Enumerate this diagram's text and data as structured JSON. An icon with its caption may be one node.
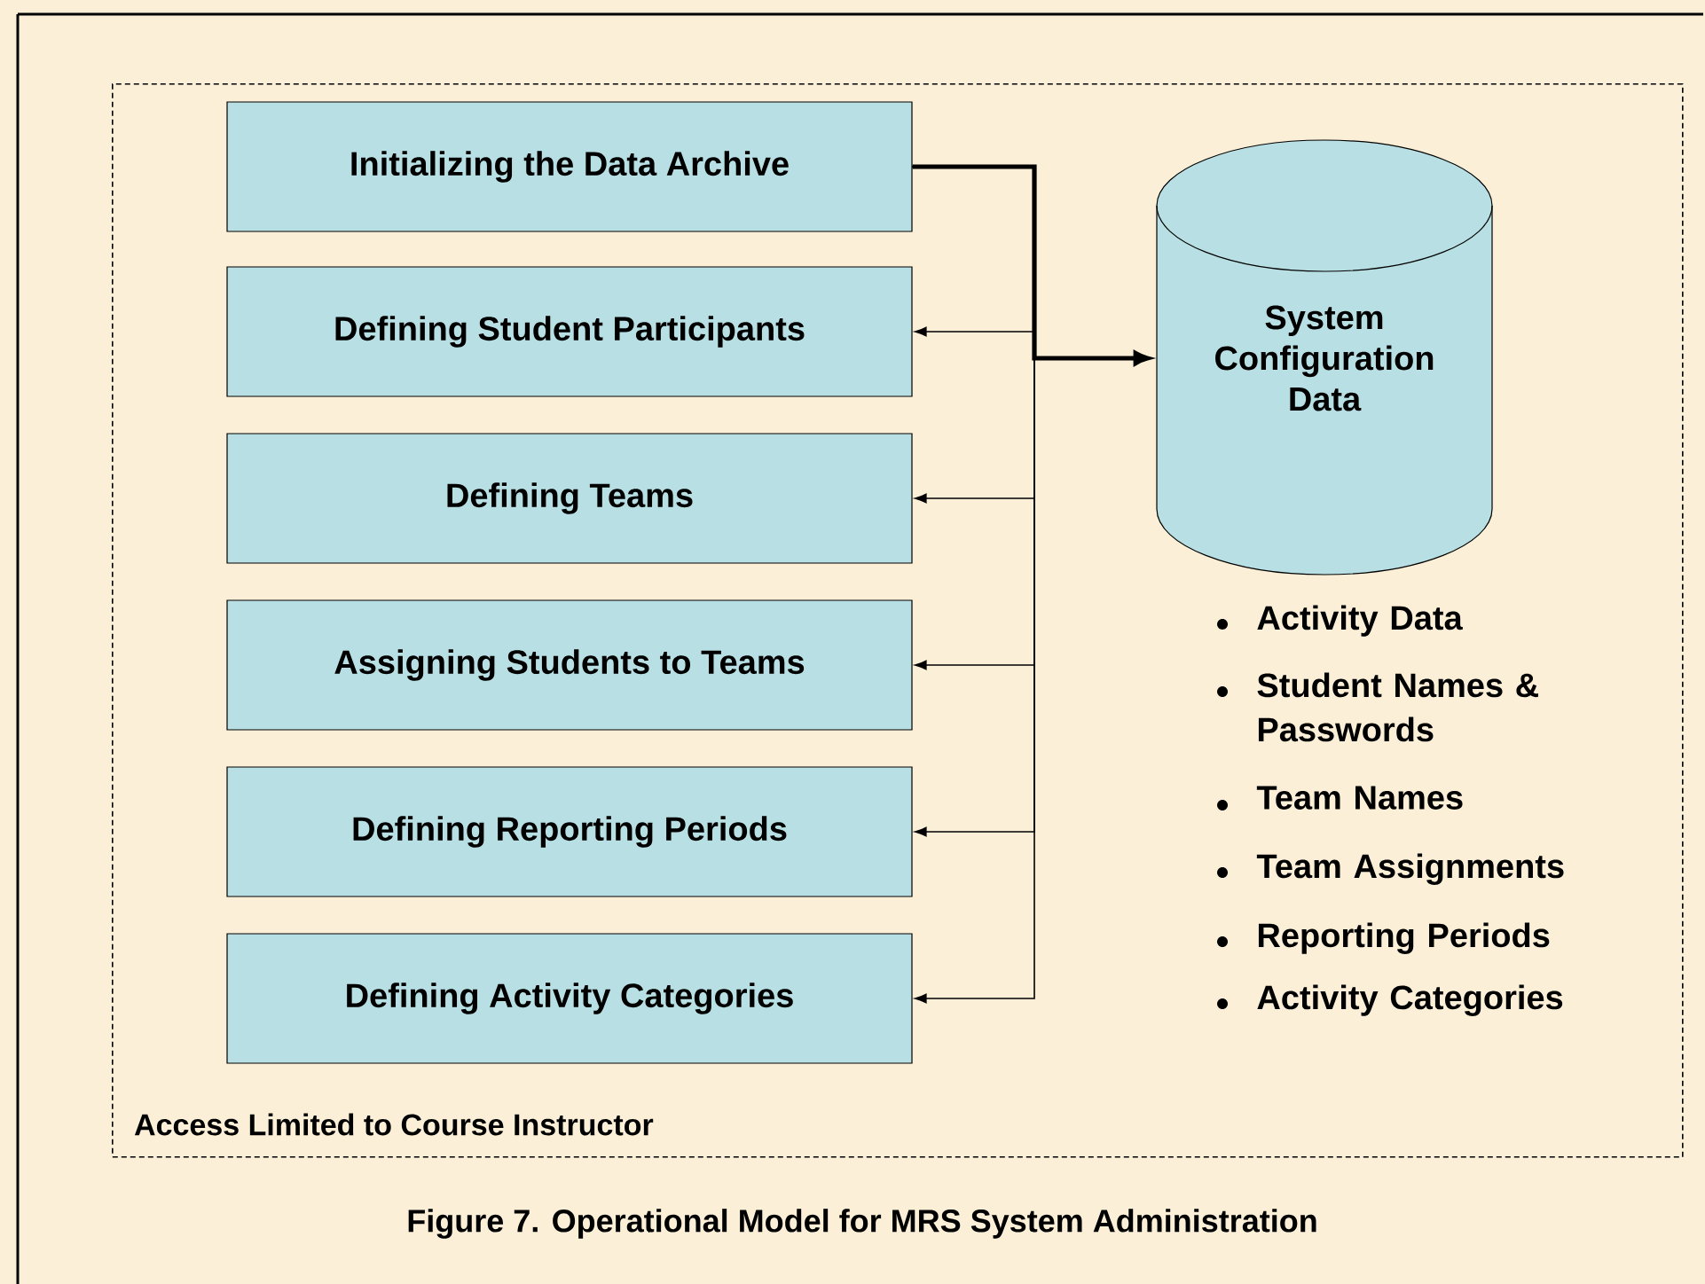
{
  "diagram": {
    "caption": "Figure 7.  Operational Model for MRS System Administration",
    "nodes": [
      {
        "text": [
          "Access Limited to Course Instructor"
        ]
      },
      {
        "text": [
          "Initializing the Data Archive"
        ],
        "in": 0
      },
      {
        "text": [
          "Defining Student Participants"
        ],
        "in": 0
      },
      {
        "text": [
          "Defining Teams"
        ],
        "in": 0
      },
      {
        "text": [
          "Assigning Students to Teams"
        ],
        "in": 0
      },
      {
        "text": [
          "Defining Reporting Periods"
        ],
        "in": 0
      },
      {
        "text": [
          "Defining Activity Categories"
        ],
        "in": 0
      },
      {
        "text": [
          "System Configuration Data"
        ],
        "in": 0,
        "beside": [
          "Activity Data",
          "Student Names & Passwords",
          "Team Names",
          "Team Assignments",
          "Reporting Periods",
          "Activity Categories"
        ]
      }
    ],
    "edges": [
      {
        "from": 1,
        "to": 7,
        "arrow": "to",
        "style": "thick"
      },
      {
        "from": 1,
        "to": 2,
        "arrow": "to"
      },
      {
        "from": 1,
        "to": 3,
        "arrow": "to"
      },
      {
        "from": 1,
        "to": 4,
        "arrow": "to"
      },
      {
        "from": 1,
        "to": 5,
        "arrow": "to"
      },
      {
        "from": 1,
        "to": 6,
        "arrow": "to"
      }
    ]
  }
}
